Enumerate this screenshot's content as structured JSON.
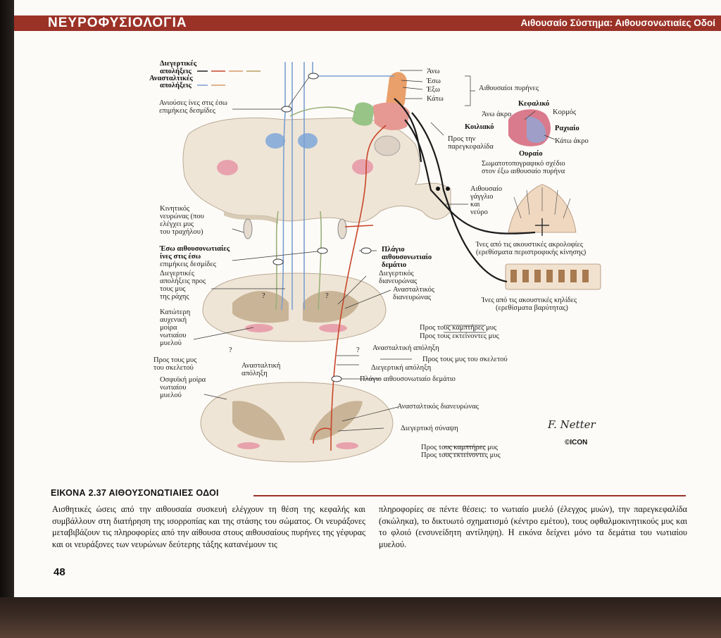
{
  "header": {
    "left_title": "ΝΕΥΡΟΦΥΣΙΟΛΟΓΙΑ",
    "right_title": "Αιθουσαίο Σύστημα: Αιθουσονωτιαίες Οδοί",
    "color": "#9b3227"
  },
  "figure": {
    "legend": {
      "excitatory_1": "Διεγερτικές",
      "excitatory_2": "απολήξεις",
      "inhibitory_1": "Ανασταλτικές",
      "inhibitory_2": "απολήξεις"
    },
    "labels": {
      "ascending_1": "Ανιούσες ίνες στις έσω",
      "ascending_2": "επιμήκεις δεσμίδες",
      "nuclei_up": "Άνω",
      "nuclei_in": "Έσω",
      "nuclei_out": "Έξω",
      "nuclei_down": "Κάτω",
      "vestibular_nuclei": "Αιθουσαίοι πυρήνες",
      "cephalic": "Κεφαλικό",
      "upper_tip": "Άνω άκρο",
      "trunk": "Κορμός",
      "ventral": "Κοιλιακό",
      "dorsal": "Ραχιαίο",
      "to_cb_1": "Προς την",
      "to_cb_2": "παρεγκεφαλίδα",
      "lower_tip": "Κάτω άκρο",
      "caudal": "Ουραίο",
      "somato_1": "Σωματοτοπογραφικό σχέδιο",
      "somato_2": "στον έξω αιθουσαίο πυρήνα",
      "ganglion_1": "Αιθουσαίο",
      "ganglion_2": "γάγγλιο",
      "ganglion_3": "και",
      "ganglion_4": "νεύρο",
      "motor_1": "Κινητικός",
      "motor_2": "νευρώνας (που",
      "motor_3": "ελέγχει μυς",
      "motor_4": "του τραχήλου)",
      "medial_1": "Έσω αιθουσονωτιαίες",
      "medial_2": "ίνες στις έσω",
      "medial_3": "επιμήκεις δεσμίδες",
      "lateral_1": "Πλάγιο",
      "lateral_2": "αιθουσονωτιαίο",
      "lateral_3": "δεμάτιο",
      "crista_1": "Ίνες από τις ακουστικές ακρολοφίες",
      "crista_2": "(ερεθίσματα περιστροφικής κίνησης)",
      "exc_back_1": "Διεγερτικές",
      "exc_back_2": "απολήξεις προς",
      "exc_back_3": "τους μυς",
      "exc_back_4": "της ράχης",
      "exc_neuron_1": "Διεγερτικός",
      "exc_neuron_2": "διανευρώνας",
      "inh_neuron_1": "Ανασταλτικός",
      "inh_neuron_2": "διανευρώνας",
      "macula_1": "Ίνες από τις ακουστικές κηλίδες",
      "macula_2": "(ερεθίσματα βαρύτητας)",
      "cervical_1": "Κατώτερη",
      "cervical_2": "αυχενική",
      "cervical_3": "μοίρα",
      "cervical_4": "νωτιαίου",
      "cervical_5": "μυελού",
      "to_flexors": "Προς τους καμπτήρες μυς",
      "to_extensors": "Προς τους εκτείνοντες μυς",
      "inh_ending": "Ανασταλτική απόληξη",
      "to_skeletal_r": "Προς τους μυς του σκελετού",
      "to_skeletal_l1": "Προς τους μυς",
      "to_skeletal_l2": "του σκελετού",
      "inh_ending_l1": "Ανασταλτική",
      "inh_ending_l2": "απόληξη",
      "exc_ending": "Διεγερτική απόληξη",
      "lateral_tract": "Πλάγιο αιθουσονωτιαίο δεμάτιο",
      "lumbar_1": "Οσφυϊκή μοίρα",
      "lumbar_2": "νωτιαίου",
      "lumbar_3": "μυελού",
      "inh_neuron_low": "Ανασταλτικός διανευρώνας",
      "exc_synapse": "Διεγερτική σύναψη",
      "to_flexors_2": "Προς τους καμπτήρες μυς",
      "to_extensors_2": "Προς τους εκτείνοντες μυς",
      "question": "?"
    },
    "signature": "F. Netter",
    "logo": "©ICON"
  },
  "caption": {
    "title": "ΕΙΚΟΝΑ 2.37 ΑΙΘΟΥΣΟΝΩΤΙΑΙΕΣ ΟΔΟΙ",
    "col1": "Αισθητικές ώσεις από την αιθουσαία συσκευή ελέγχουν τη θέση της κεφαλής και συμβάλλουν στη διατήρηση της ισορροπίας και της στάσης του σώματος. Οι νευράξονες μεταβιβάζουν τις πληροφορίες από την αίθουσα στους αιθουσαίους πυρήνες της γέφυρας και οι νευράξονες των νευρώνων δεύτερης τάξης κατανέμουν τις",
    "col2": "πληροφορίες σε πέντε θέσεις: το νωτιαίο μυελό (έλεγχος μυών), την παρεγκεφαλίδα (σκώληκα), το δικτυωτό σχηματισμό (κέντρο εμέτου), τους οφθαλμοκινητικούς μυς και το φλοιό (ενσυνείδητη αντίληψη). Η εικόνα δείχνει μόνο τα δεμάτια του νωτιαίου μυελού."
  },
  "page_number": "48",
  "colors": {
    "excitatory": "#c8452a",
    "inhibitory": "#7a9fd0",
    "tissue": "#efe5d6"
  }
}
